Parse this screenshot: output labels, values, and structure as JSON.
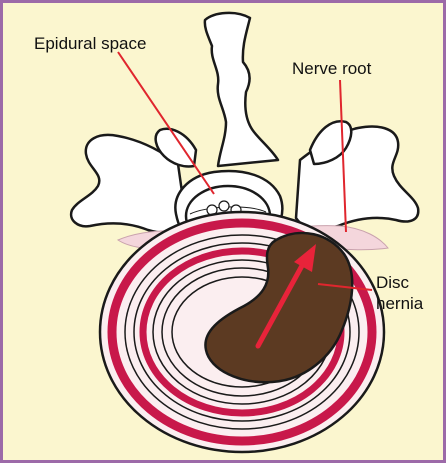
{
  "labels": {
    "epidural_space": "Epidural space",
    "nerve_root": "Nerve root",
    "disc_line1": "Disc",
    "disc_line2": "hernia"
  },
  "colors": {
    "frame": "#9c6aa8",
    "background": "#fbf6cf",
    "bone": "#ffffff",
    "outline": "#1a1a1a",
    "pointer_line": "#e0262e",
    "disc_rings_red": "#c8184a",
    "disc_rings_pink": "#f3b9c8",
    "herniated_nucleus": "#5c3a22",
    "arrow": "#e8233a",
    "nerve_tissue": "#f4d6dc"
  }
}
